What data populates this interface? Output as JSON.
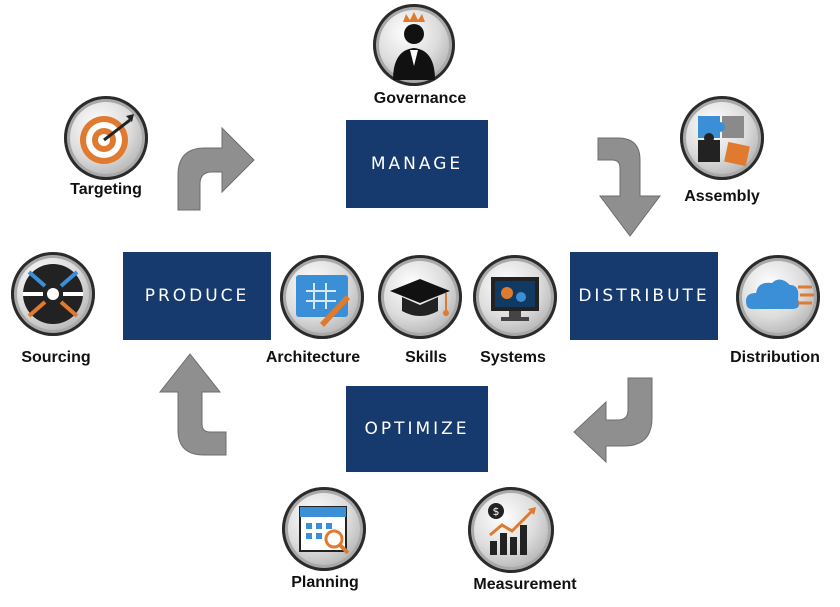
{
  "boxes": {
    "manage": "MANAGE",
    "produce": "PRODUCE",
    "distribute": "DISTRIBUTE",
    "optimize": "OPTIMIZE"
  },
  "nodes": {
    "governance": "Governance",
    "targeting": "Targeting",
    "assembly": "Assembly",
    "sourcing": "Sourcing",
    "architecture": "Architecture",
    "skills": "Skills",
    "systems": "Systems",
    "distribution": "Distribution",
    "planning": "Planning",
    "measurement": "Measurement"
  },
  "icons": {
    "governance": "crowned-person-icon",
    "targeting": "target-icon",
    "assembly": "puzzle-icon",
    "sourcing": "converging-arrows-icon",
    "architecture": "blueprint-icon",
    "skills": "graduation-cap-icon",
    "systems": "monitor-gears-icon",
    "distribution": "cloud-icon",
    "planning": "calendar-icon",
    "measurement": "bar-chart-icon"
  },
  "colors": {
    "box": "#173a6e",
    "arrow": "#8c8c8c",
    "accent": "#e07a2e",
    "blue": "#3a8fd6"
  }
}
